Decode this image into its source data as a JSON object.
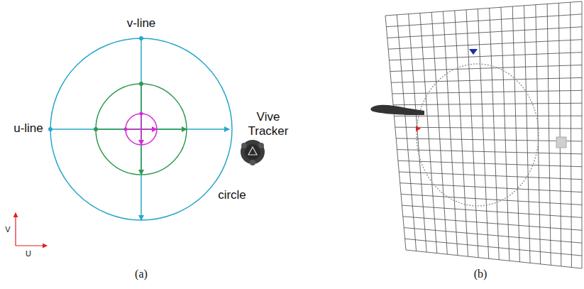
{
  "diagram": {
    "labels": [
      "v-line",
      "u-line",
      "Vive Tracker",
      "circle",
      "V",
      "U",
      "(a)",
      "(b)"
    ]
  }
}
